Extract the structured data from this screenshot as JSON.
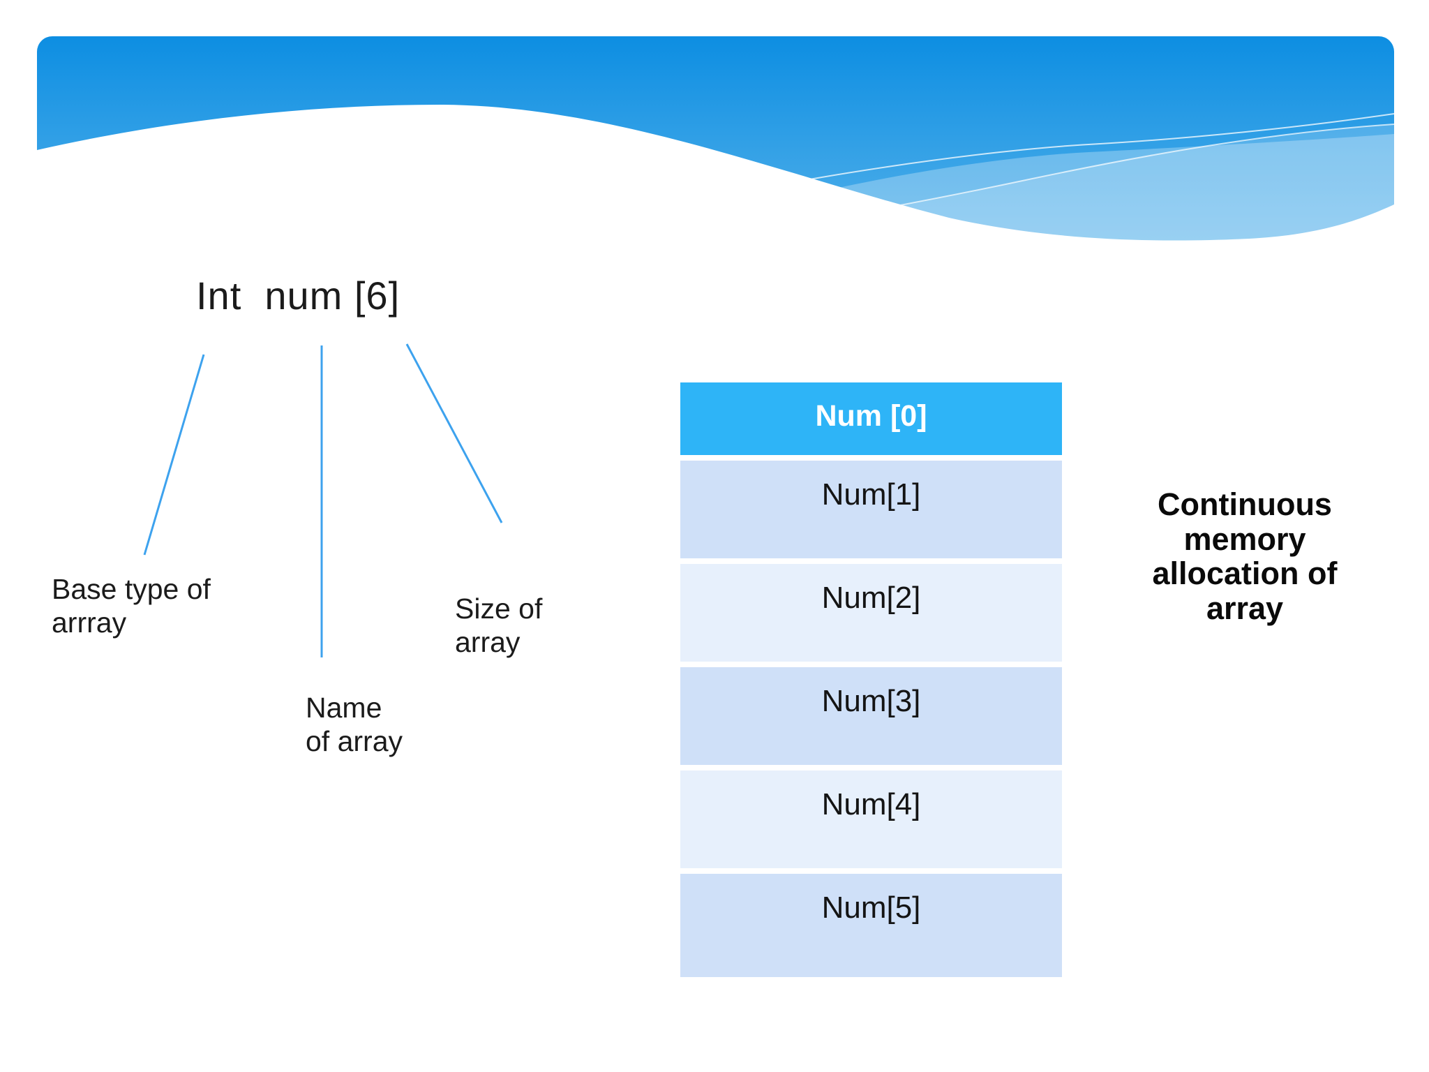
{
  "declaration_text": "Int  num [6]",
  "labels": {
    "base_type": [
      "Base type of",
      "arrray"
    ],
    "name": [
      "Name",
      "of array"
    ],
    "size": [
      "Size of",
      "array"
    ]
  },
  "table": {
    "header": "Num [0]",
    "rows": [
      "Num[1]",
      "Num[2]",
      "Num[3]",
      "Num[4]",
      "Num[5]"
    ]
  },
  "caption": "Continuous memory allocation of array",
  "colors": {
    "banner_top": "#0d8ee2",
    "banner_bottom": "#54b1ea",
    "table_header_fill": "#2eb4f7",
    "table_header_text": "#ffffff",
    "row_fill_dark": "#cfe0f8",
    "row_fill_light": "#e7f0fc",
    "connector_line": "#3da2ee",
    "body_text": "#1b1b1b"
  }
}
